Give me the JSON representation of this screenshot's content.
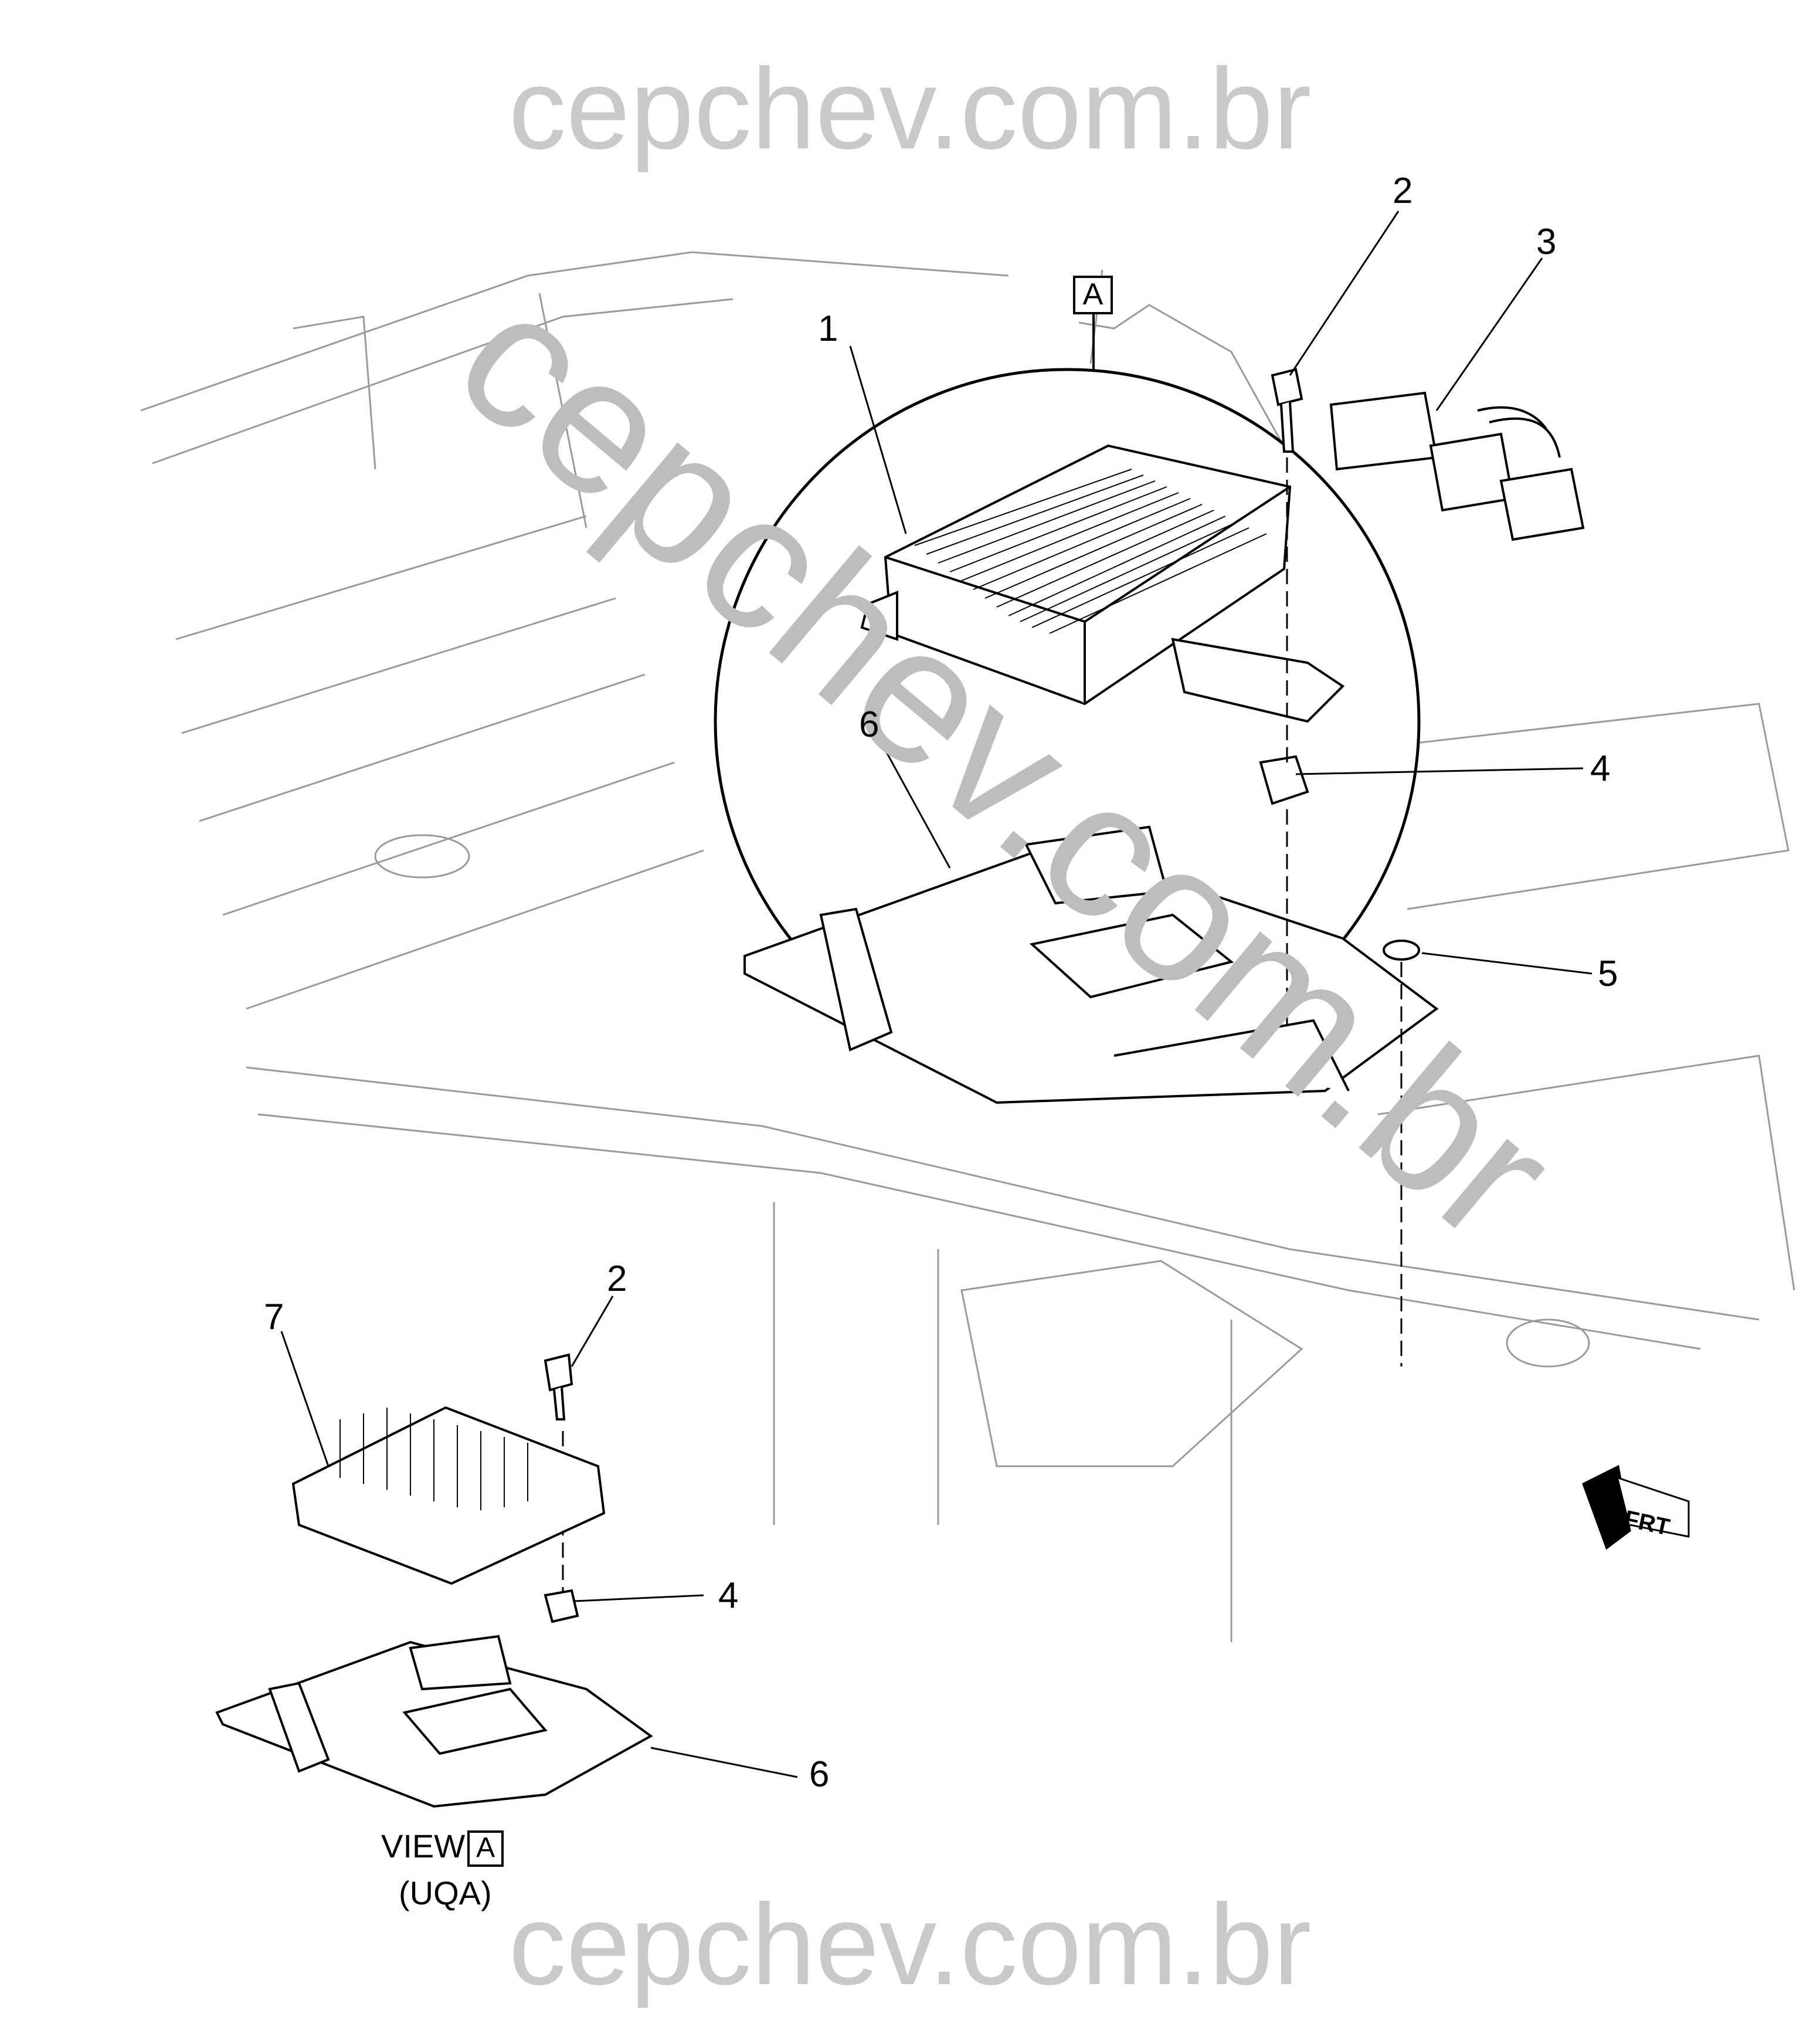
{
  "watermark": {
    "top": "cepchev.com.br",
    "diagonal": "cepchev.com.br",
    "bottom": "cepchev.com.br"
  },
  "callouts": {
    "c1": "1",
    "c2_top": "2",
    "c3": "3",
    "c4_top": "4",
    "c5": "5",
    "c6_top": "6",
    "c7": "7",
    "c2_bottom": "2",
    "c4_bottom": "4",
    "c6_bottom": "6"
  },
  "view_marker": "A",
  "view_label": {
    "prefix": "VIEW",
    "marker": "A",
    "option": "(UQA)"
  },
  "direction_label": "FRT",
  "colors": {
    "line": "#000000",
    "watermark": "#c9c9c9",
    "background": "#ffffff"
  }
}
